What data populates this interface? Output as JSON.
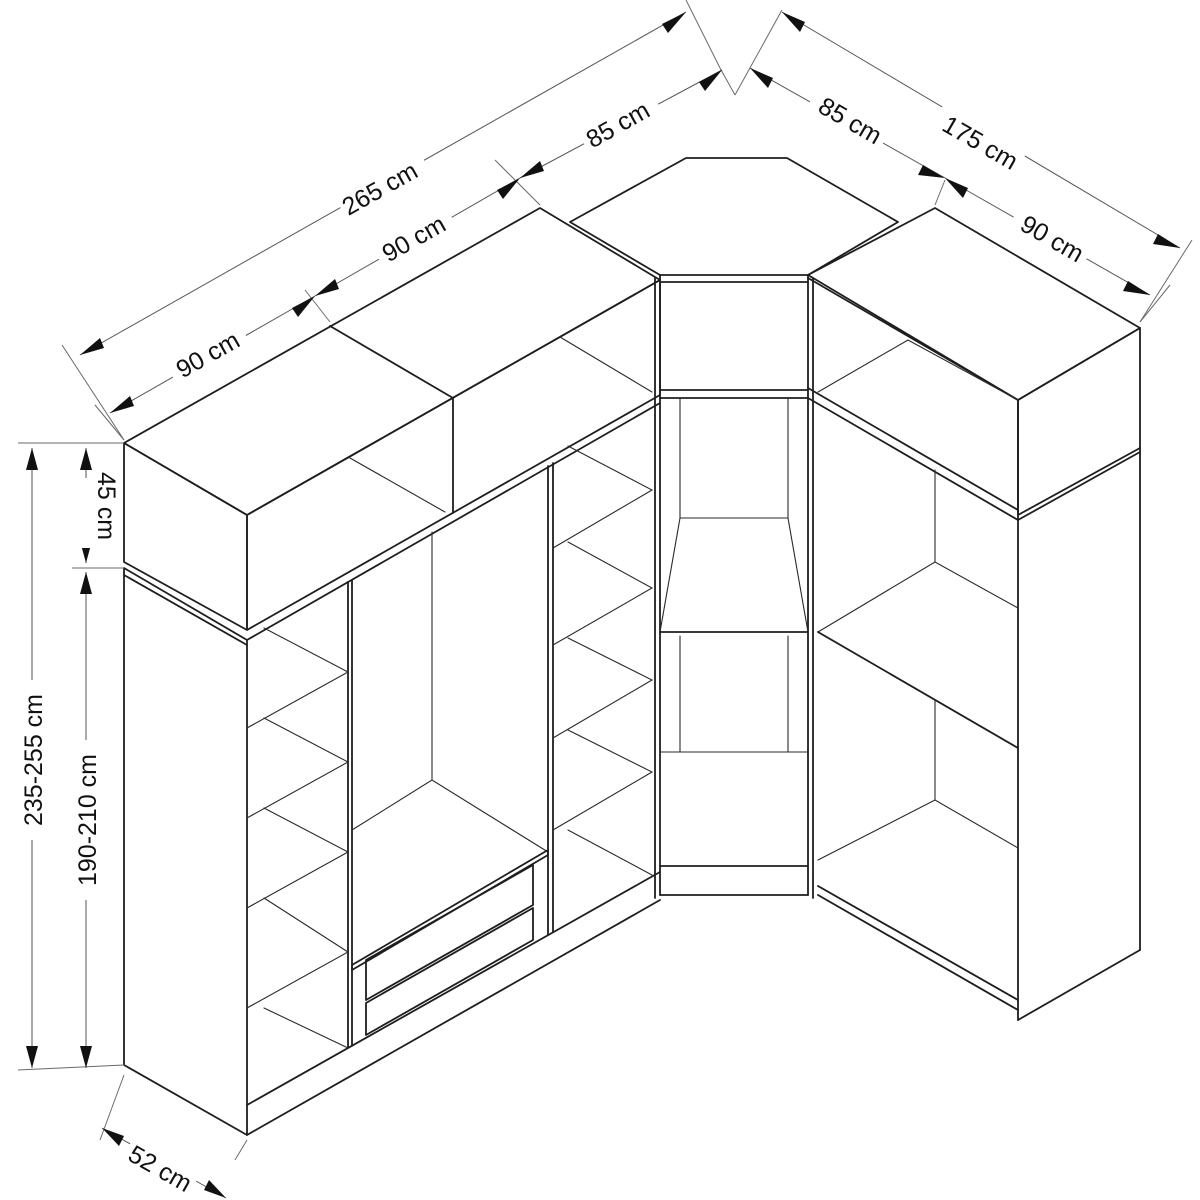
{
  "dimensions": {
    "total_left": "265 cm",
    "left_module_1": "90 cm",
    "left_module_2": "90 cm",
    "corner_left": "85 cm",
    "corner_right": "85 cm",
    "total_right": "175 cm",
    "right_module": "90 cm",
    "top_box_height": "45 cm",
    "body_height": "190-210 cm",
    "total_height": "235-255 cm",
    "depth": "52 cm"
  },
  "colors": {
    "line": "#1e1e1e",
    "dimension_line": "#555555",
    "background": "#ffffff"
  }
}
